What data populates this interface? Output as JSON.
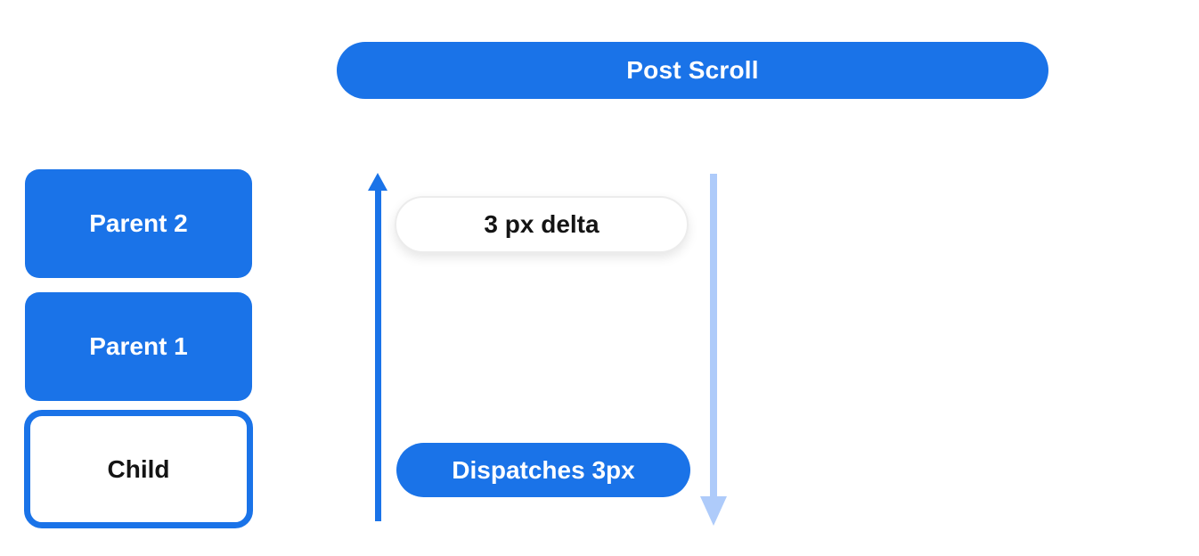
{
  "title_bar": {
    "label": "Post Scroll"
  },
  "views": [
    {
      "label": "Parent 2",
      "style": "filled"
    },
    {
      "label": "Parent 1",
      "style": "filled"
    },
    {
      "label": "Child",
      "style": "outlined"
    }
  ],
  "annotations": {
    "delta_pill": "3 px delta",
    "dispatch_pill": "Dispatches 3px"
  },
  "icons": {
    "up_arrow": "up-arrow-icon",
    "down_arrow": "down-arrow-icon"
  },
  "colors": {
    "primary_blue": "#1a73e8",
    "light_blue": "#aecbfa",
    "pill_border": "#ececec",
    "text_black": "#141414",
    "background": "#ffffff"
  }
}
